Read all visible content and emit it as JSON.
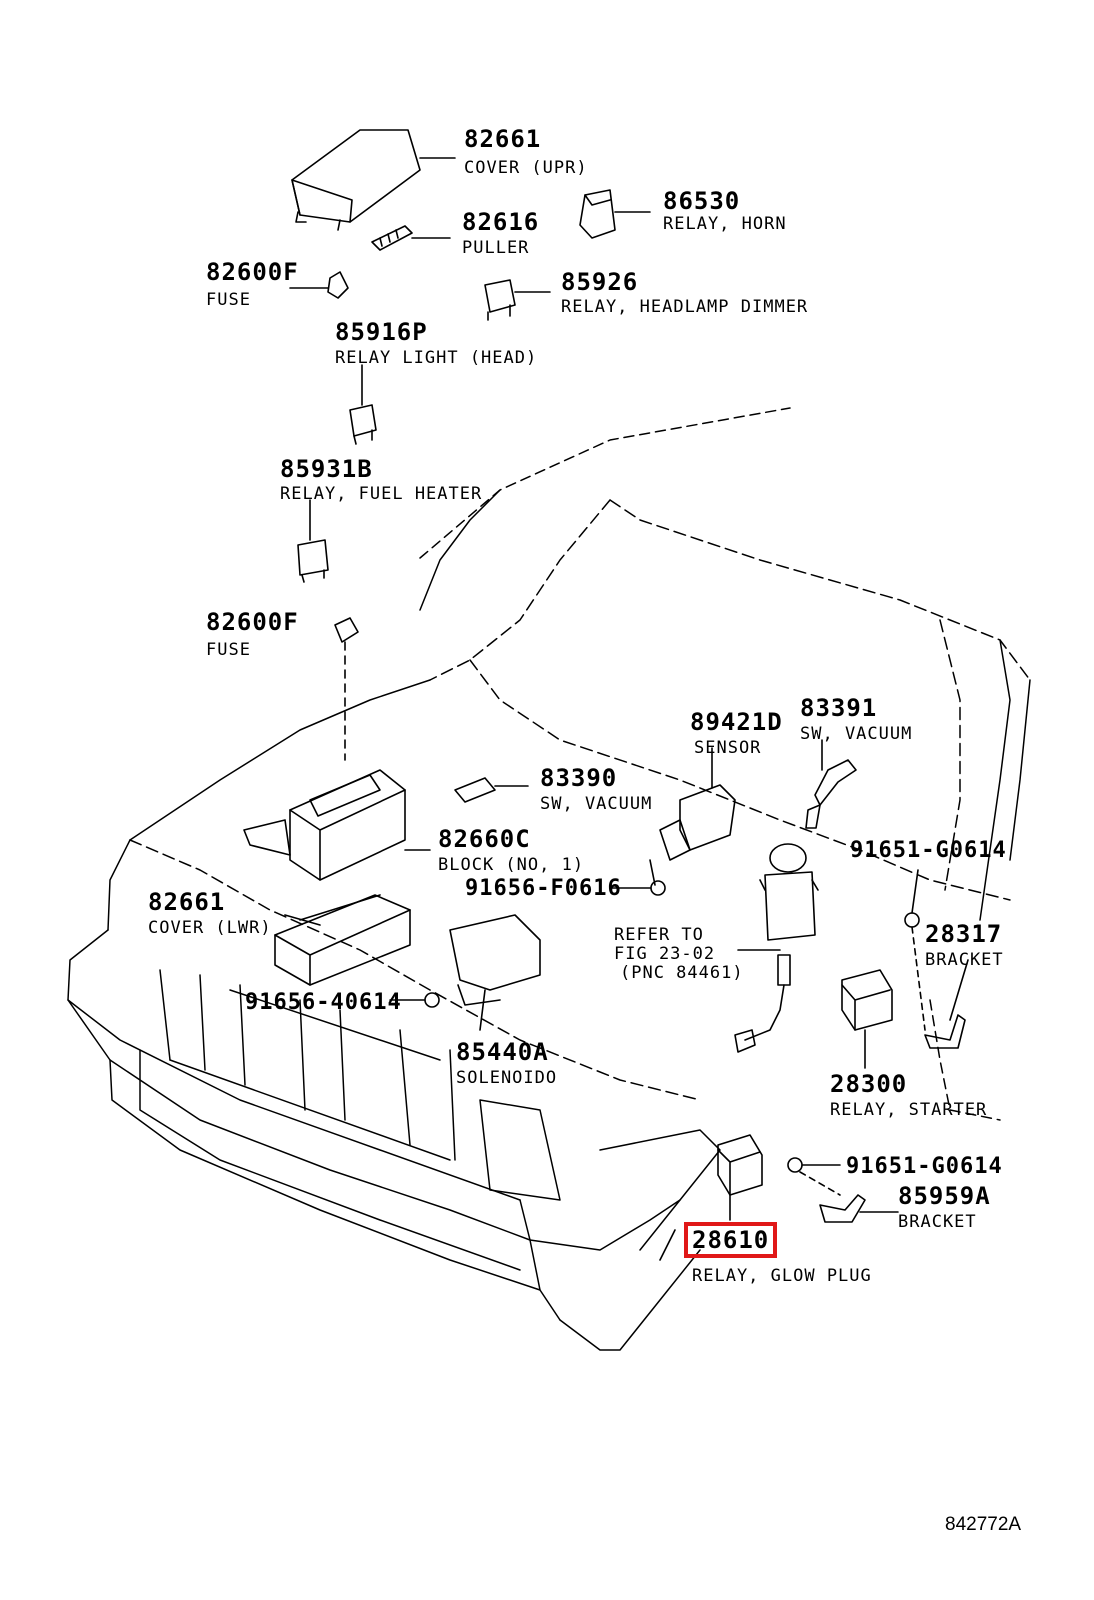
{
  "parts": {
    "p82661_upr": {
      "number": "82661",
      "name": "COVER (UPR)"
    },
    "p86530": {
      "number": "86530",
      "name": "RELAY, HORN"
    },
    "p82616": {
      "number": "82616",
      "name": "PULLER"
    },
    "p82600f_1": {
      "number": "82600F",
      "name": "FUSE"
    },
    "p85926": {
      "number": "85926",
      "name": "RELAY, HEADLAMP DIMMER"
    },
    "p85916p": {
      "number": "85916P",
      "name": "RELAY LIGHT (HEAD)"
    },
    "p85931b": {
      "number": "85931B",
      "name": "RELAY, FUEL HEATER"
    },
    "p82600f_2": {
      "number": "82600F",
      "name": "FUSE"
    },
    "p89421d": {
      "number": "89421D",
      "name": "SENSOR"
    },
    "p83391": {
      "number": "83391",
      "name": "SW, VACUUM"
    },
    "p83390": {
      "number": "83390",
      "name": "SW, VACUUM"
    },
    "p82660c": {
      "number": "82660C",
      "name": "BLOCK (NO, 1)"
    },
    "p91651_g0614_a": {
      "number": "91651-G0614"
    },
    "p82661_lwr": {
      "number": "82661",
      "name": "COVER (LWR)"
    },
    "p91656_f0616": {
      "number": "91656-F0616"
    },
    "p28317": {
      "number": "28317",
      "name": "BRACKET"
    },
    "refer": {
      "line1": "REFER TO",
      "line2": "FIG 23-02",
      "line3": "(PNC 84461)"
    },
    "p91656_40614": {
      "number": "91656-40614"
    },
    "p85440a": {
      "number": "85440A",
      "name": "SOLENOIDO"
    },
    "p28300": {
      "number": "28300",
      "name": "RELAY, STARTER"
    },
    "p91651_g0614_b": {
      "number": "91651-G0614"
    },
    "p85959a": {
      "number": "85959A",
      "name": "BRACKET"
    },
    "p28610": {
      "number": "28610",
      "name": "RELAY, GLOW PLUG"
    }
  },
  "highlight": {
    "part": "28610",
    "color": "#e01818"
  },
  "figure_code": "842772A",
  "colors": {
    "line": "#000000",
    "background": "#ffffff",
    "highlight": "#e01818"
  }
}
